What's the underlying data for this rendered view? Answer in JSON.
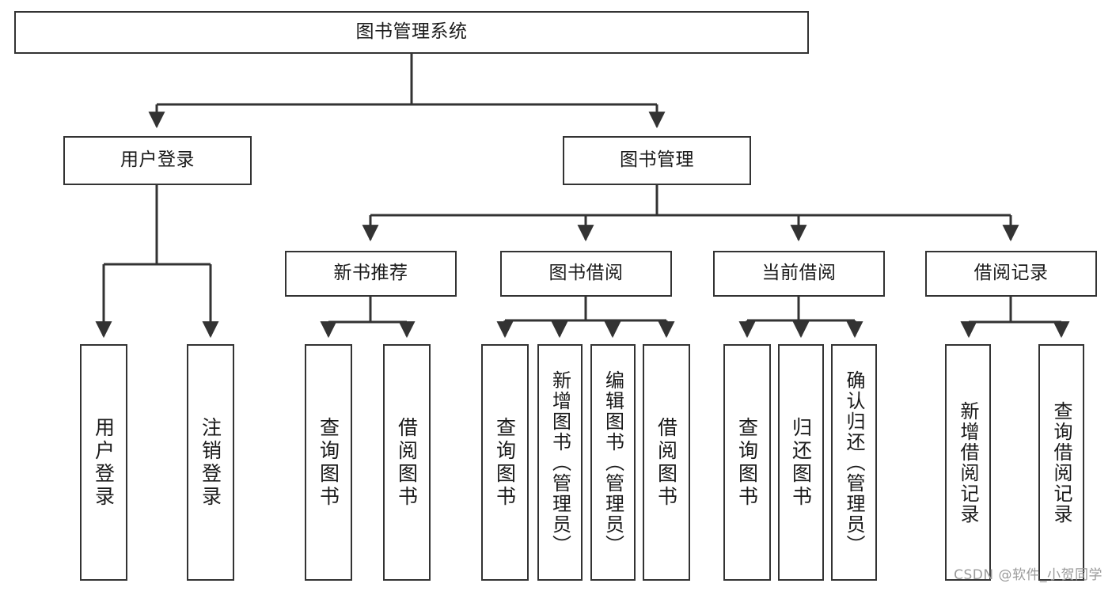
{
  "diagram": {
    "title": "图书管理系统",
    "type": "functional-structure-tree",
    "stroke_color": "#333333",
    "text_color": "#1a1a1a",
    "background_color": "#ffffff",
    "watermark": "CSDN @软件_小贺同学"
  },
  "nodes": {
    "root": {
      "label": "图书管理系统",
      "level": 1
    },
    "l2": [
      {
        "id": "user-login",
        "label": "用户登录"
      },
      {
        "id": "book-manage",
        "label": "图书管理"
      }
    ],
    "l3": [
      {
        "id": "new-book-rec",
        "label": "新书推荐"
      },
      {
        "id": "book-borrow",
        "label": "图书借阅"
      },
      {
        "id": "current-borrow",
        "label": "当前借阅"
      },
      {
        "id": "borrow-record",
        "label": "借阅记录"
      }
    ],
    "leaves": {
      "user_login": [
        {
          "id": "leaf-user-login",
          "label": "用户登录"
        },
        {
          "id": "leaf-logout-login",
          "label": "注销登录"
        }
      ],
      "new_book_rec": [
        {
          "id": "leaf-query-book-1",
          "label": "查询图书"
        },
        {
          "id": "leaf-borrow-book-1",
          "label": "借阅图书"
        }
      ],
      "book_borrow": [
        {
          "id": "leaf-query-book-2",
          "label": "查询图书"
        },
        {
          "id": "leaf-add-book",
          "label": "新增图书（管理员）"
        },
        {
          "id": "leaf-edit-book",
          "label": "编辑图书（管理员）"
        },
        {
          "id": "leaf-borrow-book-2",
          "label": "借阅图书"
        }
      ],
      "current_borrow": [
        {
          "id": "leaf-query-book-3",
          "label": "查询图书"
        },
        {
          "id": "leaf-return-book",
          "label": "归还图书"
        },
        {
          "id": "leaf-confirm-return",
          "label": "确认归还（管理员）"
        }
      ],
      "borrow_record": [
        {
          "id": "leaf-add-record",
          "label": "新增借阅记录"
        },
        {
          "id": "leaf-query-record",
          "label": "查询借阅记录"
        }
      ]
    }
  }
}
